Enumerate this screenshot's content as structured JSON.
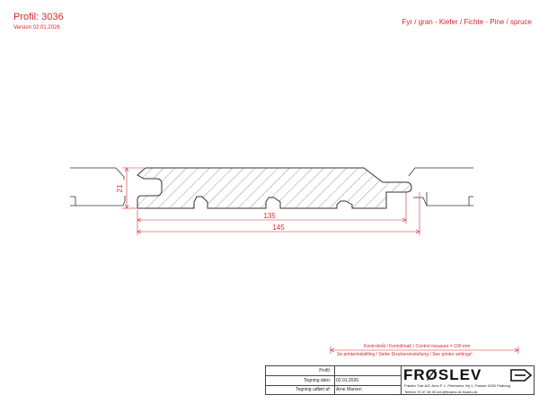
{
  "header": {
    "profile_title": "Profil: 3036",
    "version": "Version 02.01.2026",
    "species": "Fyr / gran -  Kiefer / Fichte - Pine / spruce"
  },
  "dimensions": {
    "thickness": "21",
    "inner_width": "135",
    "total_width": "145"
  },
  "notes": {
    "control_measure": "Kontrolmål / Kontollmaß / Control measure  = 100 mm",
    "printer_settings": "Se printerindstilling / Siehe Druckereinstellung / See printer settings!"
  },
  "title_block": {
    "profil_label": "Profil:",
    "profil_value": "",
    "date_label": "Tegning dato:",
    "date_value": "02.01.2026",
    "author_label": "Tegning udført af:",
    "author_value": "Arne Marxen",
    "company_logo": "FRØSLEV",
    "address": "Frøslev Træ A/S   Jens P. L. Petersens Vej 1, Frøslev   6330 Padborg",
    "contact": "Telefon 74 67 36 00     info@froslev.dk   froslev.dk"
  },
  "colors": {
    "accent": "#d9272e",
    "line": "#333333"
  }
}
